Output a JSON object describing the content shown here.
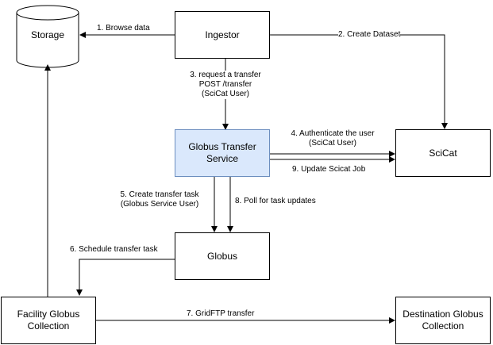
{
  "nodes": {
    "storage": "Storage",
    "ingestor": "Ingestor",
    "globus_transfer_service": "Globus Transfer Service",
    "scicat": "SciCat",
    "globus": "Globus",
    "facility_collection": "Facility Globus Collection",
    "destination_collection": "Destination Globus Collection"
  },
  "edges": {
    "e1": "1. Browse data",
    "e2": "2. Create Dataset",
    "e3_line1": "3. request a transfer",
    "e3_line2": "POST /transfer",
    "e3_line3": "(SciCat User)",
    "e4_line1": "4. Authenticate the user",
    "e4_line2": "(SciCat User)",
    "e5_line1": "5. Create transfer task",
    "e5_line2": "(Globus Service User)",
    "e6": "6. Schedule transfer task",
    "e7": "7. GridFTP transfer",
    "e8": "8. Poll for task updates",
    "e9": "9. Update Scicat Job"
  },
  "colors": {
    "highlight_fill": "#dae8fc",
    "highlight_stroke": "#6c8ebf",
    "line": "#000000"
  }
}
